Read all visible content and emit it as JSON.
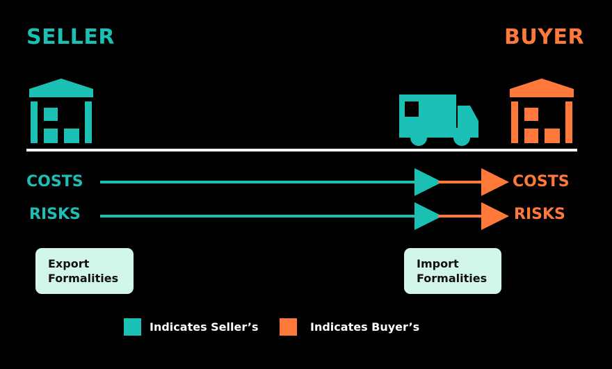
{
  "seller": {
    "title": "SELLER",
    "color": "#1BBFB3",
    "costs_label": "COSTS",
    "risks_label": "RISKS",
    "formalities": {
      "line1": "Export",
      "line2": "Formalities"
    }
  },
  "buyer": {
    "title": "BUYER",
    "color": "#FF7A3A",
    "costs_label": "COSTS",
    "risks_label": "RISKS",
    "formalities": {
      "line1": "Import",
      "line2": "Formalities"
    }
  },
  "legend": {
    "seller_text": "Indicates Seller’s",
    "buyer_text": "Indicates Buyer’s"
  },
  "icons": [
    "warehouse-icon",
    "truck-icon",
    "warehouse-icon"
  ]
}
